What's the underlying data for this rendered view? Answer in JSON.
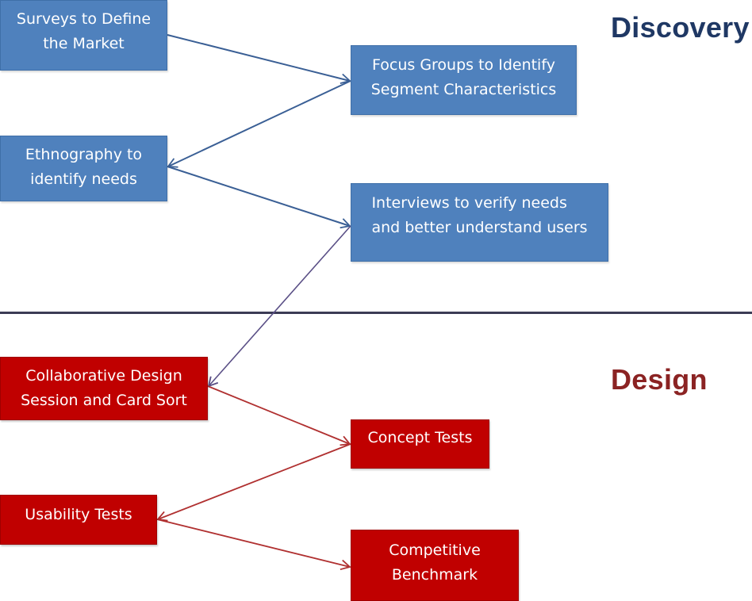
{
  "sections": {
    "discovery": {
      "title": "Discovery"
    },
    "design": {
      "title": "Design"
    }
  },
  "boxes": {
    "surveys": {
      "lines": [
        "Surveys to Define",
        "the Market"
      ]
    },
    "focus_groups": {
      "lines": [
        "Focus Groups to Identify",
        "Segment Characteristics"
      ]
    },
    "ethnography": {
      "lines": [
        "Ethnography to",
        "identify needs"
      ]
    },
    "interviews": {
      "lines": [
        "Interviews to verify needs",
        "and better understand users"
      ]
    },
    "collaborative": {
      "lines": [
        "Collaborative Design",
        "Session and Card Sort"
      ]
    },
    "concept_tests": {
      "lines": [
        "Concept Tests"
      ]
    },
    "usability_tests": {
      "lines": [
        "Usability Tests"
      ]
    },
    "competitive": {
      "lines": [
        "Competitive",
        "Benchmark"
      ]
    }
  },
  "colors": {
    "discovery_title": "#1f3864",
    "design_title": "#8b2323",
    "blue_fill": "#4f81bd",
    "blue_border": "#3f6fa8",
    "red_fill": "#c00000",
    "red_border": "#a00000",
    "blue_arrow": "#3a5f95",
    "mixed_arrow": "#5a4f86",
    "red_arrow": "#b03030",
    "divider": "#3b3b55"
  }
}
